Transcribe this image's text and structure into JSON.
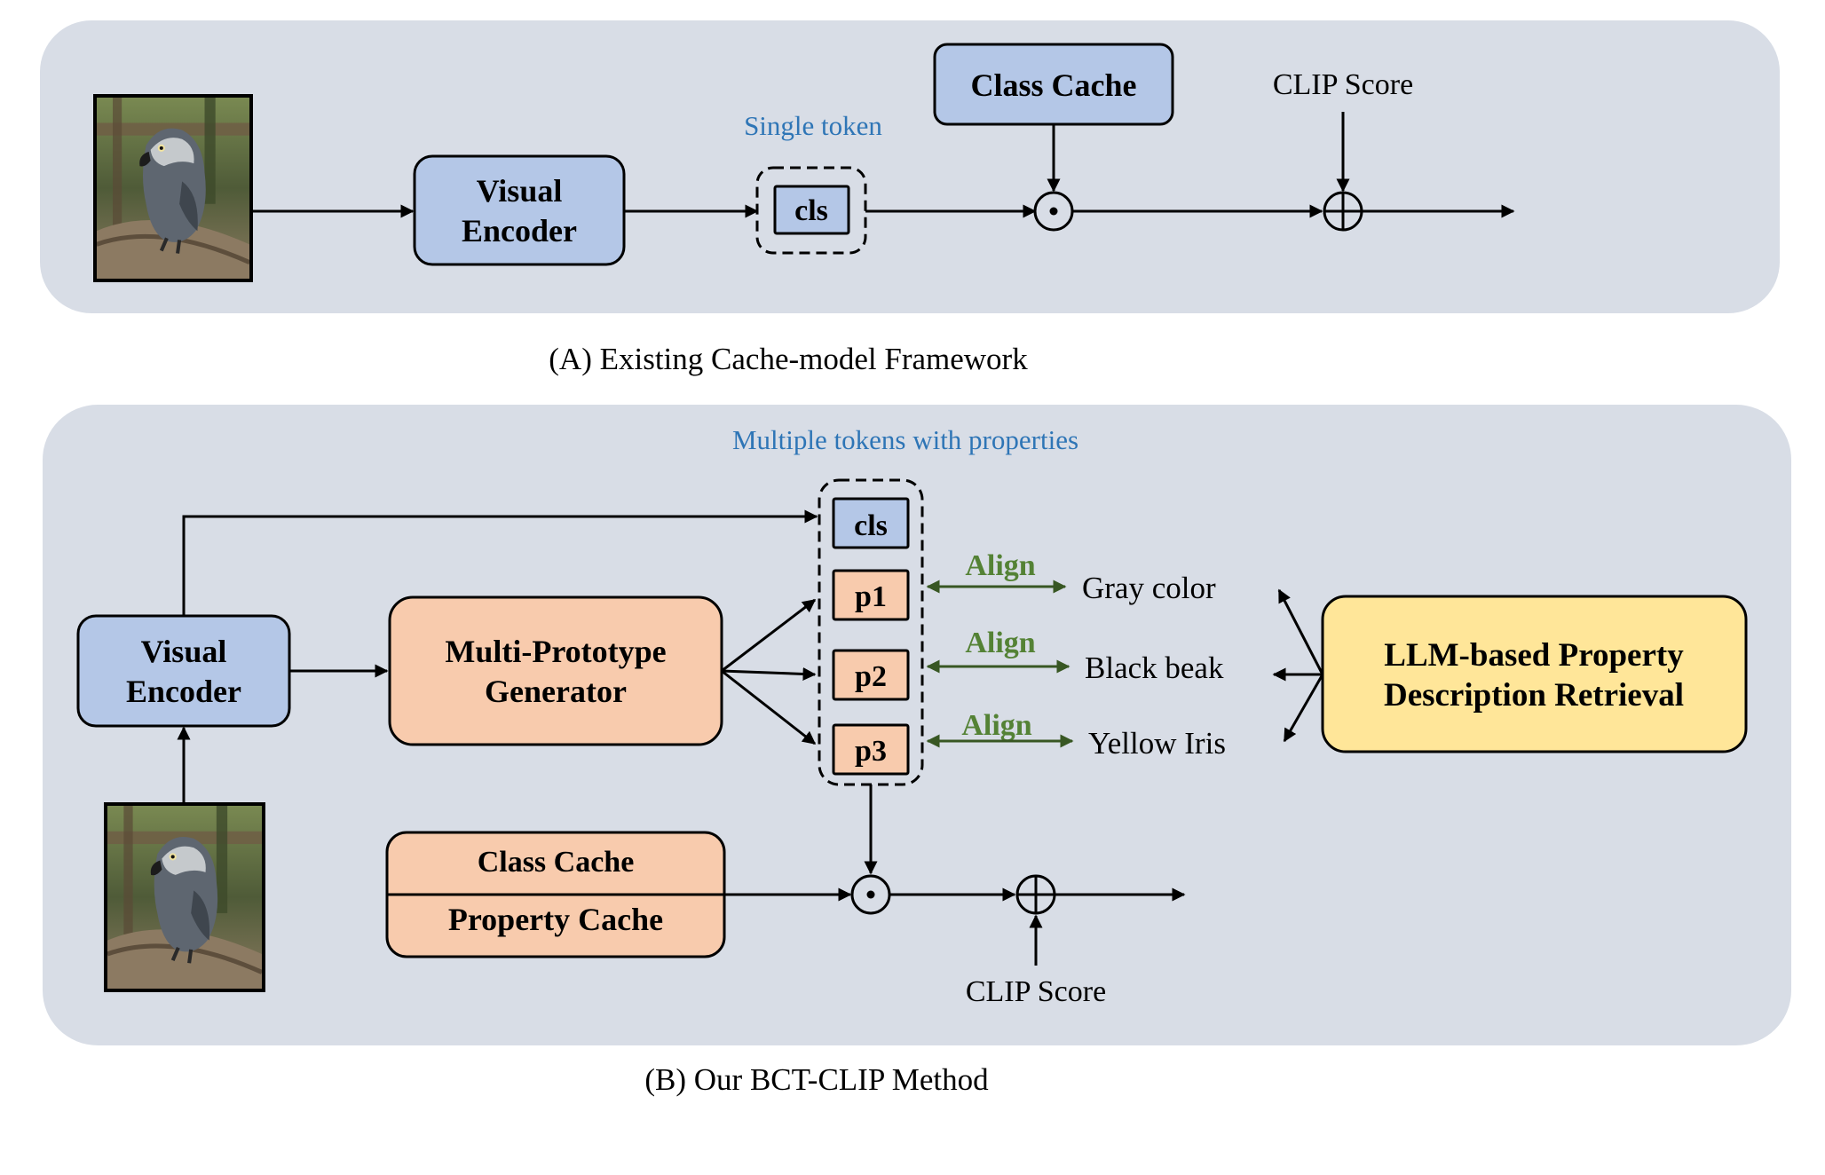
{
  "top": {
    "single_token_label": "Single token",
    "visual_encoder_line1": "Visual",
    "visual_encoder_line2": "Encoder",
    "cls_token": "cls",
    "class_cache": "Class Cache",
    "clip_score": "CLIP Score",
    "caption": "(A) Existing Cache-model Framework"
  },
  "bottom": {
    "multiple_tokens_label": "Multiple tokens with properties",
    "visual_encoder_line1": "Visual",
    "visual_encoder_line2": "Encoder",
    "generator_line1": "Multi-Prototype",
    "generator_line2": "Generator",
    "tokens": [
      "cls",
      "p1",
      "p2",
      "p3"
    ],
    "align_label": "Align",
    "properties": [
      "Gray color",
      "Black beak",
      "Yellow Iris"
    ],
    "llm_line1": "LLM-based Property",
    "llm_line2": "Description Retrieval",
    "class_cache": "Class Cache",
    "property_cache": "Property Cache",
    "clip_score": "CLIP Score",
    "caption": "(B) Our BCT-CLIP Method"
  },
  "colors": {
    "panel": "#d8dde6",
    "encoder_blue": "#b4c7e7",
    "generator_orange": "#f8cbad",
    "llm_yellow": "#ffe699",
    "note_blue": "#2e75b6",
    "align_green": "#548235"
  },
  "icons": [
    "parrot-photo",
    "hadamard-product-icon",
    "sum-circle-icon"
  ]
}
